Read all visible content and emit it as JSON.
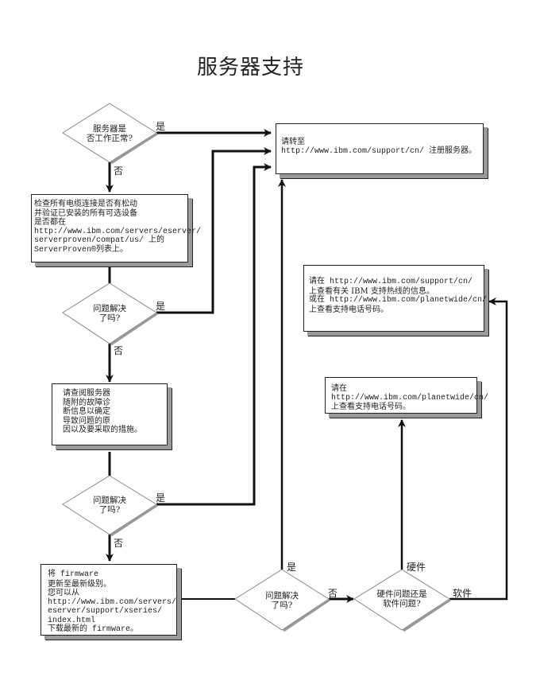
{
  "title": "服务器支持",
  "decisions": {
    "d1": [
      "服务器是",
      "否工作正常?"
    ],
    "d2": [
      "问题解决",
      "了吗?"
    ],
    "d3": [
      "问题解决",
      "了吗?"
    ],
    "d4": [
      "问题解决",
      "了吗?"
    ],
    "d5": [
      "硬件问题还是",
      "软件问题?"
    ]
  },
  "labels": {
    "yes": "是",
    "no": "否",
    "hardware": "硬件",
    "software": "软件"
  },
  "boxes": {
    "register": [
      "请转至",
      "http://www.ibm.com/support/cn/ 注册服务器。"
    ],
    "check_cables": [
      "检查所有电缆连接是否有松动",
      "并验证已安装的所有可选设备",
      "是否都在",
      "http://www.ibm.com/servers/eserver/",
      "serverproven/compat/us/ 上的",
      "ServerProven®列表上。"
    ],
    "diagnostics": [
      "请查阅服务器",
      "随附的故障诊",
      "断信息以确定",
      "导致问题的原",
      "因以及要采取的措施。"
    ],
    "firmware": [
      "将 firmware",
      "更新至最新级别。",
      "您可以从",
      "http://www.ibm.com/servers/",
      "eserver/support/xseries/",
      "index.html",
      "下载最新的 firmware。"
    ],
    "software_support": [
      "请在 http://www.ibm.com/support/cn/",
      "上查看有关 IBM 支持热线的信息。",
      "或在 http://www.ibm.com/planetwide/cn/",
      "上查看支持电话号码。"
    ],
    "hardware_support": [
      "请在",
      "http://www.ibm.com/planetwide/cn/",
      "上查看支持电话号码。"
    ]
  }
}
